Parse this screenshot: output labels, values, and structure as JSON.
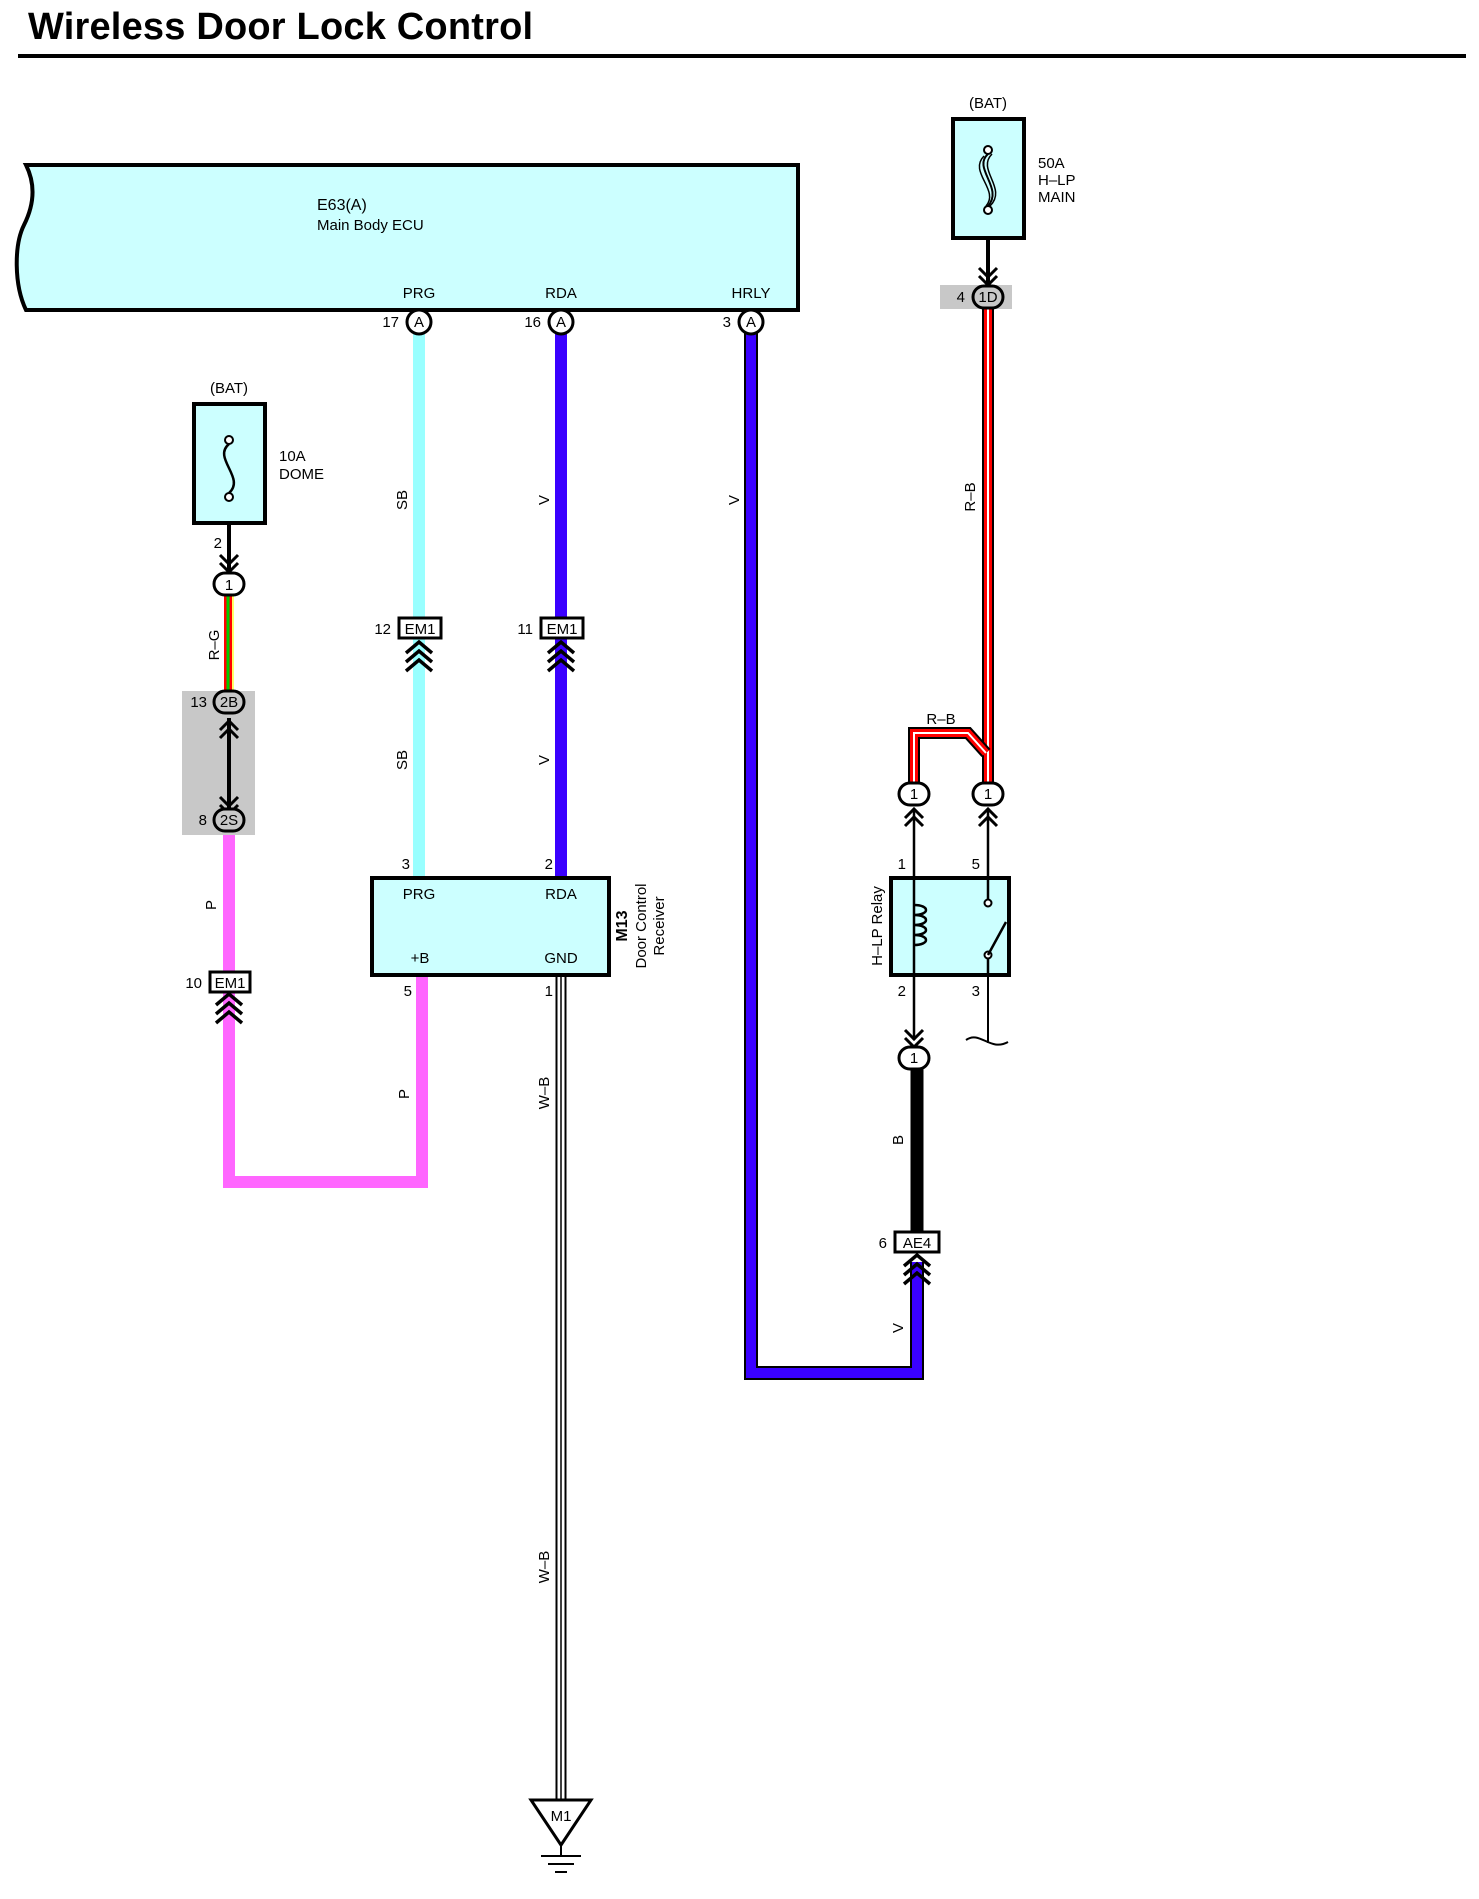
{
  "title": "Wireless Door Lock Control",
  "colors": {
    "component_fill": "#ccffff",
    "wire_SB": "#99ffff",
    "wire_V": "#3a00ff",
    "wire_P": "#ff66ff",
    "wire_R": "#ff0000",
    "wire_G": "#00cc00",
    "wire_B": "#000000",
    "shade": "#c8c8c8"
  },
  "ecu": {
    "id": "E63(A)",
    "name": "Main Body ECU",
    "terminals": {
      "prg": "PRG",
      "rda": "RDA",
      "hrly": "HRLY"
    },
    "pins": {
      "prg": "17",
      "rda": "16",
      "hrly": "3"
    },
    "connector": "A"
  },
  "fuse_dome": {
    "source": "(BAT)",
    "rating": "10A",
    "name": "DOME",
    "pin": "2",
    "conn": "1"
  },
  "fuse_hlp": {
    "source": "(BAT)",
    "rating": "50A",
    "name_line1": "H–LP",
    "name_line2": "MAIN",
    "pin": "4",
    "conn": "1D"
  },
  "junction_2b": {
    "pin": "13",
    "label": "2B"
  },
  "junction_2s": {
    "pin": "8",
    "label": "2S"
  },
  "em1_prg": {
    "pin": "12",
    "label": "EM1"
  },
  "em1_rda": {
    "pin": "11",
    "label": "EM1"
  },
  "em1_p": {
    "pin": "10",
    "label": "EM1"
  },
  "ae4": {
    "pin": "6",
    "label": "AE4"
  },
  "receiver": {
    "id": "M13",
    "name_line1": "Door Control",
    "name_line2": "Receiver",
    "terminals": {
      "prg": "PRG",
      "rda": "RDA",
      "b": "+B",
      "gnd": "GND"
    },
    "pins": {
      "prg": "3",
      "rda": "2",
      "b": "5",
      "gnd": "1"
    }
  },
  "relay": {
    "name": "H–LP Relay",
    "pins": {
      "p1": "1",
      "p5": "5",
      "p2": "2",
      "p3": "3"
    }
  },
  "relay_conn": {
    "left": "1",
    "right": "1",
    "bottom": "1"
  },
  "wire_codes": {
    "sb_top": "SB",
    "sb_bottom": "SB",
    "v_rda_top": "V",
    "v_rda_bottom": "V",
    "v_hrly": "V",
    "v_ae4": "V",
    "rg": "R–G",
    "p_left": "P",
    "p_right": "P",
    "wb_top": "W–B",
    "wb_bottom": "W–B",
    "rb_vertical": "R–B",
    "rb_branch": "R–B",
    "b": "B"
  },
  "ground": {
    "label": "M1"
  }
}
